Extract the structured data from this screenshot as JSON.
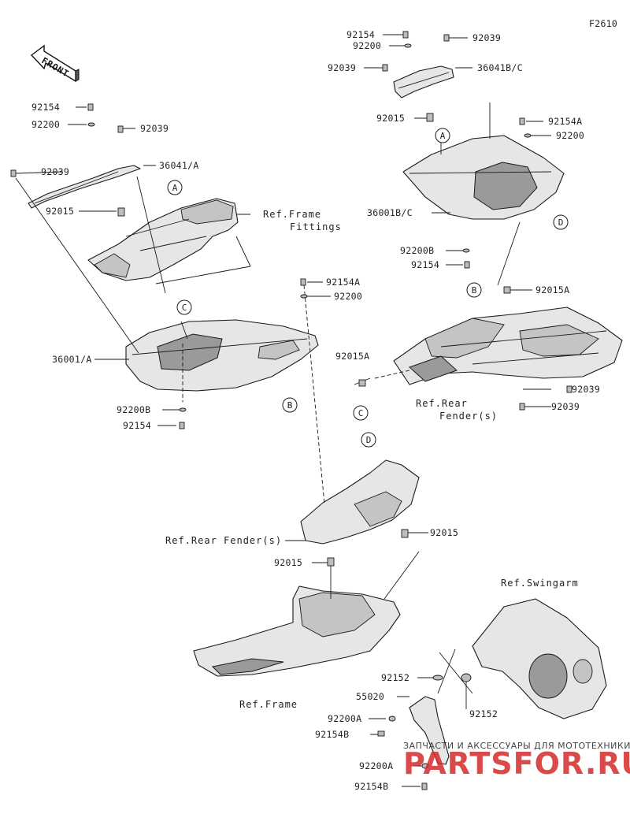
{
  "figure_code": "F2610",
  "front_label": "FRONT",
  "circle_markers": {
    "a": "A",
    "b": "B",
    "c": "C",
    "d": "D"
  },
  "part_labels": {
    "l01": "92154",
    "l02": "92200",
    "l03": "92039",
    "l04": "92039",
    "l05": "36041B/C",
    "l06": "92015",
    "l07": "92154A",
    "l08": "92200",
    "l09": "36001B/C",
    "l10": "92200B",
    "l11": "92154",
    "l12": "92015A",
    "l13": "92039",
    "l14": "92039",
    "l15": "92015A",
    "l16": "92154",
    "l17": "92200",
    "l18": "92039",
    "l19": "92039",
    "l20": "36041/A",
    "l21": "92015",
    "l22": "92154A",
    "l23": "92200",
    "l24": "36001/A",
    "l25": "92200B",
    "l26": "92154",
    "l27": "92015",
    "l28": "92015",
    "l29": "92152",
    "l30": "92152",
    "l31": "55020",
    "l32": "92200A",
    "l33": "92154B",
    "l34": "92200A",
    "l35": "92154B"
  },
  "reference_labels": {
    "frame_fittings_1": "Ref.Frame",
    "frame_fittings_2": "Fittings",
    "rear_fender_right_1": "Ref.Rear",
    "rear_fender_right_2": "Fender(s)",
    "rear_fender_left": "Ref.Rear Fender(s)",
    "frame": "Ref.Frame",
    "swingarm": "Ref.Swingarm"
  },
  "watermark": {
    "subtitle": "ЗАПЧАСТИ И АКСЕССУАРЫ ДЛЯ МОТОТЕХНИКИ",
    "logo": "PARTSFOR.RU"
  }
}
